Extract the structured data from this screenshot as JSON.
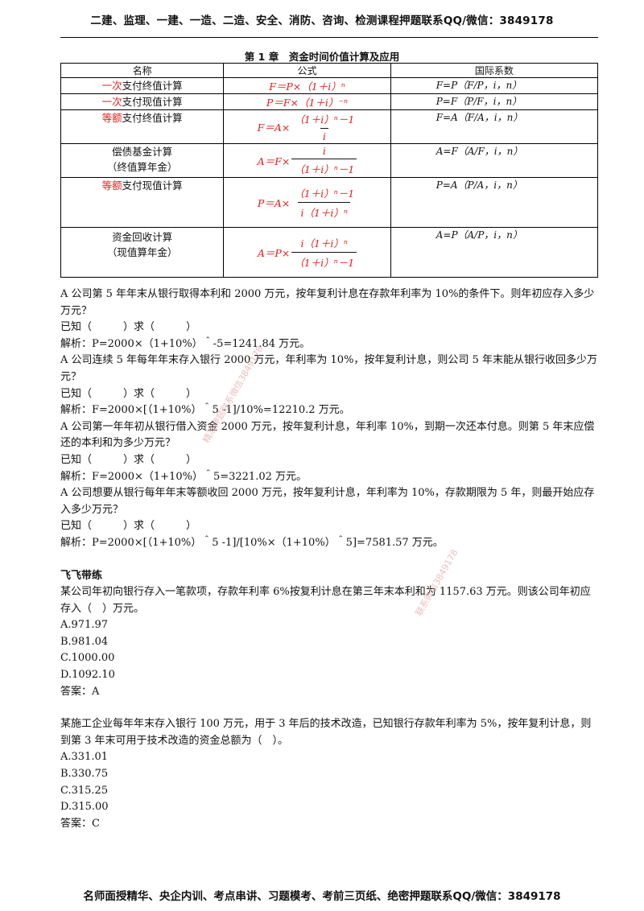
{
  "header": "二建、监理、一建、一造、二造、安全、消防、咨询、检测课程押题联系QQ/微信：3849178",
  "chapter_title": "第 1 章　资金时间价值计算及应用",
  "table": {
    "headers": [
      "名称",
      "公式",
      "国际系数"
    ],
    "rows": [
      {
        "name_red": "一次",
        "name_rest": "支付终值计算",
        "formula": "F＝P×（1＋i）ⁿ",
        "intl": "F=P（F/P，i，n）"
      },
      {
        "name_red": "一次",
        "name_rest": "支付现值计算",
        "formula": "P＝F×（1＋i）⁻ⁿ",
        "intl": "P=F（P/F，i，n）"
      },
      {
        "name_red": "等额",
        "name_rest": "支付终值计算",
        "f_lhs": "F＝A×",
        "f_num": "（1＋i）ⁿ－1",
        "f_den": "i",
        "intl": "F=A（F/A，i，n）"
      },
      {
        "name_line1": "偿债基金计算",
        "name_line2": "（终值算年金）",
        "f_lhs": "A＝F×",
        "f_num": "i",
        "f_den": "（1＋i）ⁿ－1",
        "intl": "A=F（A/F，i，n）"
      },
      {
        "name_red": "等额",
        "name_rest": "支付现值计算",
        "f_lhs": "P＝A×",
        "f_num": "（1＋i）ⁿ－1",
        "f_den": "i（1＋i）ⁿ",
        "intl": "P=A（P/A，i，n）"
      },
      {
        "name_line1": "资金回收计算",
        "name_line2": "（现值算年金）",
        "f_lhs": "A＝P×",
        "f_num": "i（1＋i）ⁿ",
        "f_den": "（1＋i）ⁿ－1",
        "intl": "A=P（A/P，i，n）"
      }
    ]
  },
  "problems": [
    {
      "q": "A 公司第 5 年年末从银行取得本利和 2000 万元，按年复利计息在存款年利率为 10%的条件下。则年初应存入多少万元？",
      "known": "已知（　　　）求（　　　）",
      "solution": "解析：P=2000×（1+10%）＾-5=1241.84 万元。"
    },
    {
      "q": "A 公司连续 5 年每年年末存入银行 2000 万元，年利率为 10%，按年复利计息，则公司 5 年末能从银行收回多少万元？",
      "known": "已知（　　　）求（　　　）",
      "solution": "解析：F=2000×[（1+10%）＾5 -1]/10%=12210.2 万元。"
    },
    {
      "q": "A 公司第一年年初从银行借入资金 2000 万元，按年复利计息，年利率 10%，到期一次还本付息。则第 5 年末应偿还的本利和为多少万元？",
      "known": "已知（　　　）求（　　　）",
      "solution": "解析：F=2000×（1+10%）＾5=3221.02 万元。"
    },
    {
      "q": "A 公司想要从银行每年年末等额收回 2000 万元，按年复利计息，年利率为 10%，存款期限为 5 年，则最开始应存入多少万元？",
      "known": "已知（　　　）求（　　　）",
      "solution": "解析：P=2000×[（1+10%）＾5 -1]/[10%×（1+10%）＾5]=7581.57 万元。"
    }
  ],
  "practice": {
    "title": "飞飞带练",
    "items": [
      {
        "q": "某公司年初向银行存入一笔款项，存款年利率 6%按复利计息在第三年末本利和为 1157.63 万元。则该公司年初应存入（　）万元。",
        "options": [
          "A.971.97",
          "B.981.04",
          "C.1000.00",
          "D.1092.10"
        ],
        "answer": "答案：A"
      },
      {
        "q": "某施工企业每年年末存入银行 100 万元，用于 3 年后的技术改造，已知银行存款年利率为 5%，按年复利计息，则到第 3 年末可用于技术改造的资金总额为（　）。",
        "options": [
          "A.331.01",
          "B.330.75",
          "C.315.25",
          "D.315.00"
        ],
        "answer": "答案：C"
      }
    ]
  },
  "watermarks": [
    "精准押题联系微信3849178",
    "联系微信3849178"
  ],
  "footer": "名师面授精华、央企内训、考点串讲、习题模考、考前三页纸、绝密押题联系QQ/微信：3849178"
}
